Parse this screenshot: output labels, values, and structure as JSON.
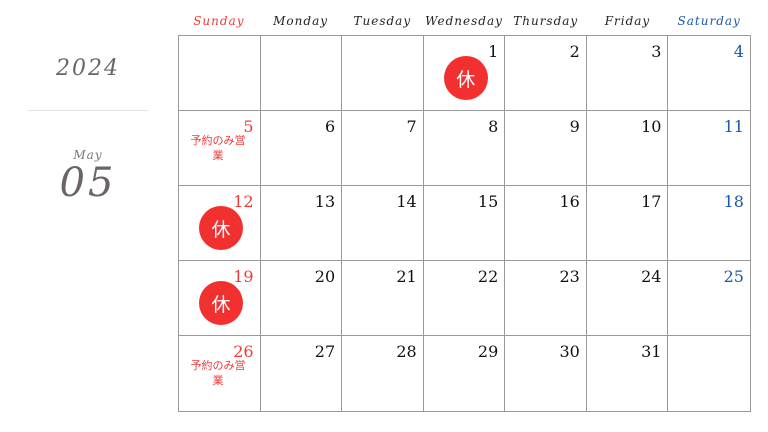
{
  "year": "2024",
  "month_name": "May",
  "month_num": "05",
  "weekdays": [
    "Sunday",
    "Monday",
    "Tuesday",
    "Wednesday",
    "Thursday",
    "Friday",
    "Saturday"
  ],
  "closed_label": "休",
  "colors": {
    "sunday": "#f03838",
    "saturday": "#1a56b0",
    "closed_bg": "#f23030"
  },
  "cells": [
    {
      "day": ""
    },
    {
      "day": ""
    },
    {
      "day": ""
    },
    {
      "day": "1",
      "closed": true
    },
    {
      "day": "2"
    },
    {
      "day": "3"
    },
    {
      "day": "4"
    },
    {
      "day": "5",
      "note": "予約のみ営業"
    },
    {
      "day": "6"
    },
    {
      "day": "7"
    },
    {
      "day": "8"
    },
    {
      "day": "9"
    },
    {
      "day": "10"
    },
    {
      "day": "11"
    },
    {
      "day": "12",
      "closed": true
    },
    {
      "day": "13"
    },
    {
      "day": "14"
    },
    {
      "day": "15"
    },
    {
      "day": "16"
    },
    {
      "day": "17"
    },
    {
      "day": "18"
    },
    {
      "day": "19",
      "closed": true
    },
    {
      "day": "20"
    },
    {
      "day": "21"
    },
    {
      "day": "22"
    },
    {
      "day": "23"
    },
    {
      "day": "24"
    },
    {
      "day": "25"
    },
    {
      "day": "26",
      "note": "予約のみ営業"
    },
    {
      "day": "27"
    },
    {
      "day": "28"
    },
    {
      "day": "29"
    },
    {
      "day": "30"
    },
    {
      "day": "31"
    },
    {
      "day": ""
    }
  ]
}
